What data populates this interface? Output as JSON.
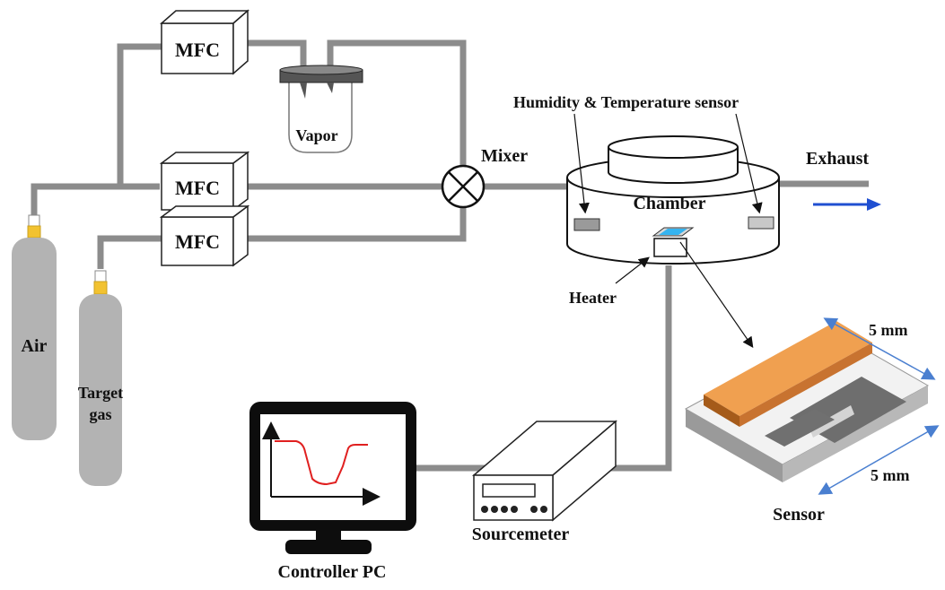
{
  "labels": {
    "mfc_top": "MFC",
    "mfc_mid": "MFC",
    "mfc_low": "MFC",
    "vapor": "Vapor",
    "mixer": "Mixer",
    "humidity_sensor": "Humidity & Temperature sensor",
    "chamber": "Chamber",
    "exhaust": "Exhaust",
    "heater": "Heater",
    "air": "Air",
    "target_gas_line1": "Target",
    "target_gas_line2": "gas",
    "controller_pc": "Controller PC",
    "sourcemeter": "Sourcemeter",
    "sensor": "Sensor",
    "dim_top": "5 mm",
    "dim_bottom": "5 mm"
  },
  "colors": {
    "pipe": "#8c8c8c",
    "cylinder": "#b3b3b3",
    "valve": "#f2c230",
    "exhaust_arrow": "#1f4fd1",
    "plot_curve": "#e02020",
    "sensor_film": "#f0a050",
    "dimension_arrow": "#4a7fd0"
  },
  "icons": {
    "mixer": "cross-circle-icon",
    "monitor": "monitor-icon",
    "sourcemeter": "instrument-box-icon"
  }
}
